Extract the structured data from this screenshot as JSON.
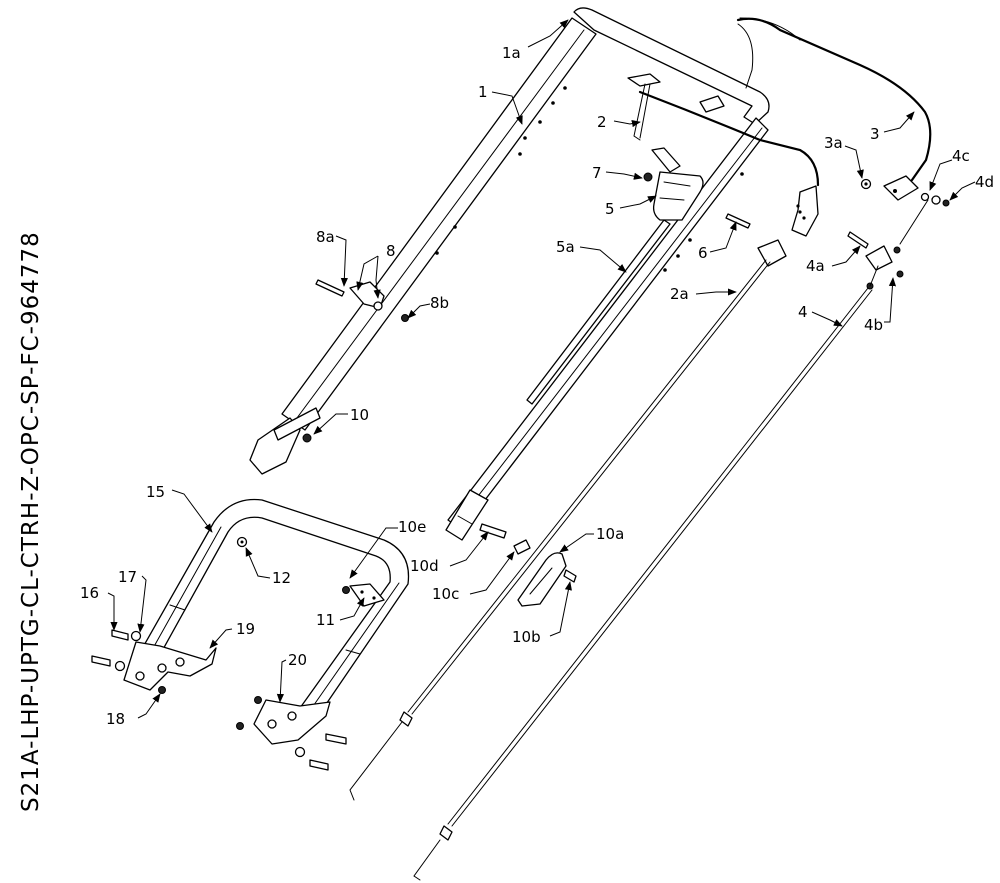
{
  "drawing_code": "S21A-LHP-UPTG-CL-CTRH-Z-OPC-SP-FC-964778",
  "callouts": [
    {
      "id": "1a"
    },
    {
      "id": "1"
    },
    {
      "id": "2"
    },
    {
      "id": "3a"
    },
    {
      "id": "3"
    },
    {
      "id": "4c"
    },
    {
      "id": "4d"
    },
    {
      "id": "7"
    },
    {
      "id": "5"
    },
    {
      "id": "6"
    },
    {
      "id": "8a"
    },
    {
      "id": "8"
    },
    {
      "id": "8b"
    },
    {
      "id": "5a"
    },
    {
      "id": "2a"
    },
    {
      "id": "4a"
    },
    {
      "id": "4"
    },
    {
      "id": "4b"
    },
    {
      "id": "10"
    },
    {
      "id": "15"
    },
    {
      "id": "10e"
    },
    {
      "id": "10a"
    },
    {
      "id": "12"
    },
    {
      "id": "10d"
    },
    {
      "id": "17"
    },
    {
      "id": "16"
    },
    {
      "id": "10c"
    },
    {
      "id": "11"
    },
    {
      "id": "19"
    },
    {
      "id": "10b"
    },
    {
      "id": "20"
    },
    {
      "id": "18"
    }
  ]
}
